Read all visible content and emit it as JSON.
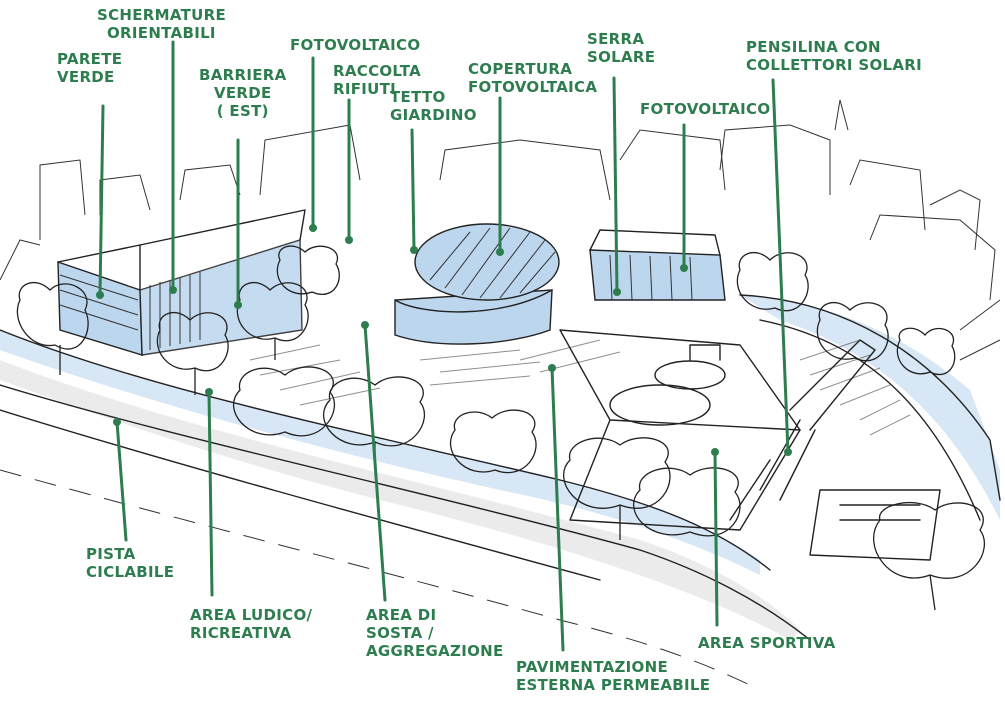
{
  "labels": [
    {
      "id": "schermature",
      "lines": [
        "SCHERMATURE",
        "ORIENTABILI"
      ]
    },
    {
      "id": "parete",
      "lines": [
        "PARETE",
        "VERDE"
      ]
    },
    {
      "id": "barriera",
      "lines": [
        "BARRIERA",
        "VERDE",
        "( EST)"
      ]
    },
    {
      "id": "fotovoltaico1",
      "lines": [
        "FOTOVOLTAICO"
      ]
    },
    {
      "id": "raccolta",
      "lines": [
        "RACCOLTA",
        "RIFIUTI"
      ]
    },
    {
      "id": "tetto",
      "lines": [
        "TETTO",
        "GIARDINO"
      ]
    },
    {
      "id": "copertura",
      "lines": [
        "COPERTURA",
        "FOTOVOLTAICA"
      ]
    },
    {
      "id": "serra",
      "lines": [
        "SERRA",
        "SOLARE"
      ]
    },
    {
      "id": "fotovoltaico2",
      "lines": [
        "FOTOVOLTAICO"
      ]
    },
    {
      "id": "pensilina",
      "lines": [
        "PENSILINA CON",
        "COLLETTORI SOLARI"
      ]
    },
    {
      "id": "pista",
      "lines": [
        "PISTA",
        "CICLABILE"
      ]
    },
    {
      "id": "ludico",
      "lines": [
        "AREA LUDICO/",
        "RICREATIVA"
      ]
    },
    {
      "id": "sosta",
      "lines": [
        "AREA DI",
        "SOSTA /",
        "AGGREGAZIONE"
      ]
    },
    {
      "id": "pavimentazione",
      "lines": [
        "PAVIMENTAZIONE",
        "ESTERNA PERMEABILE"
      ]
    },
    {
      "id": "sportiva",
      "lines": [
        "AREA SPORTIVA"
      ]
    }
  ],
  "colors": {
    "annotation": "#2e7d4f",
    "glass": "#bcd6ee",
    "ink": "#222222"
  }
}
